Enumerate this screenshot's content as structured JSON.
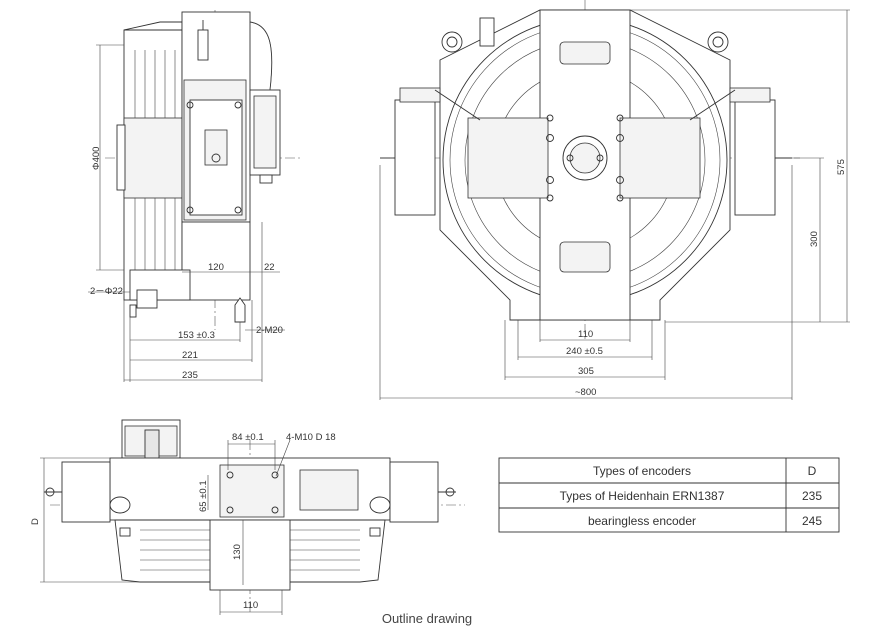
{
  "caption": "Outline drawing",
  "dimensions": {
    "side_diameter": "Φ400",
    "side_hole": "2－Φ22",
    "side_120": "120",
    "side_22": "22",
    "side_153": "153 ±0.3",
    "side_m20": "2-M20",
    "side_221": "221",
    "side_235": "235",
    "front_110": "110",
    "front_240": "240 ±0.5",
    "front_305": "305",
    "front_800": "~800",
    "front_300": "300",
    "front_575": "575",
    "top_84": "84 ±0.1",
    "top_m10": "4-M10 D 18",
    "top_65": "65 ±0.1",
    "top_130": "130",
    "top_110": "110",
    "top_d": "D"
  },
  "table": {
    "headers": [
      "Types of encoders",
      "D"
    ],
    "rows": [
      [
        "Types of Heidenhain ERN1387",
        "235"
      ],
      [
        "bearingless encoder",
        "245"
      ]
    ]
  }
}
